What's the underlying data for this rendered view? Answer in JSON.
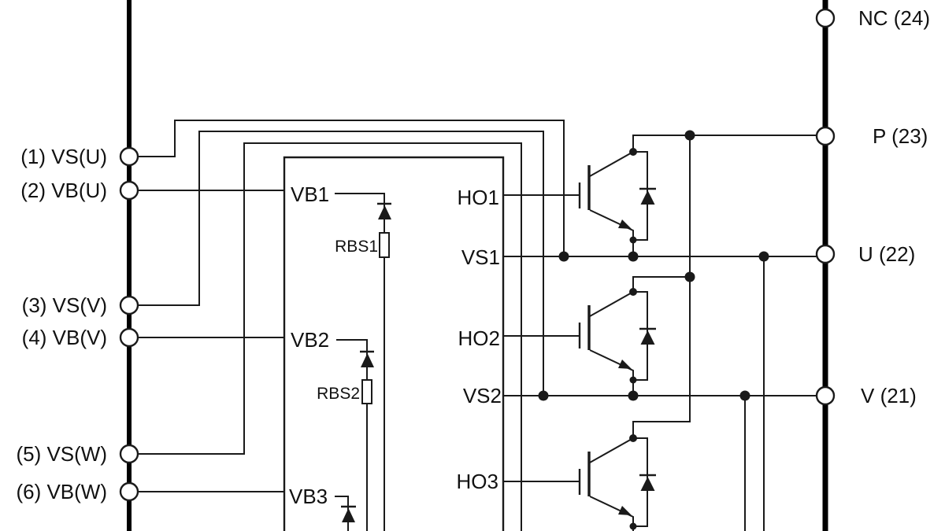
{
  "pins": {
    "left": [
      {
        "label": "(1) VS(U)"
      },
      {
        "label": "(2) VB(U)"
      },
      {
        "label": "(3) VS(V)"
      },
      {
        "label": "(4) VB(V)"
      },
      {
        "label": "(5) VS(W)"
      },
      {
        "label": "(6) VB(W)"
      }
    ],
    "right": [
      {
        "label": "NC (24)"
      },
      {
        "label": "P (23)"
      },
      {
        "label": "U (22)"
      },
      {
        "label": "V (21)"
      }
    ]
  },
  "driver_ic": {
    "pads": {
      "vb1": "VB1",
      "ho1": "HO1",
      "vs1": "VS1",
      "vb2": "VB2",
      "ho2": "HO2",
      "vs2": "VS2",
      "vb3": "VB3",
      "ho3": "HO3"
    },
    "resistors": {
      "rbs1": "RBS1",
      "rbs2": "RBS2"
    }
  },
  "colors": {
    "wire": "#1a1a1a",
    "bus": "#000000",
    "background": "#ffffff"
  }
}
